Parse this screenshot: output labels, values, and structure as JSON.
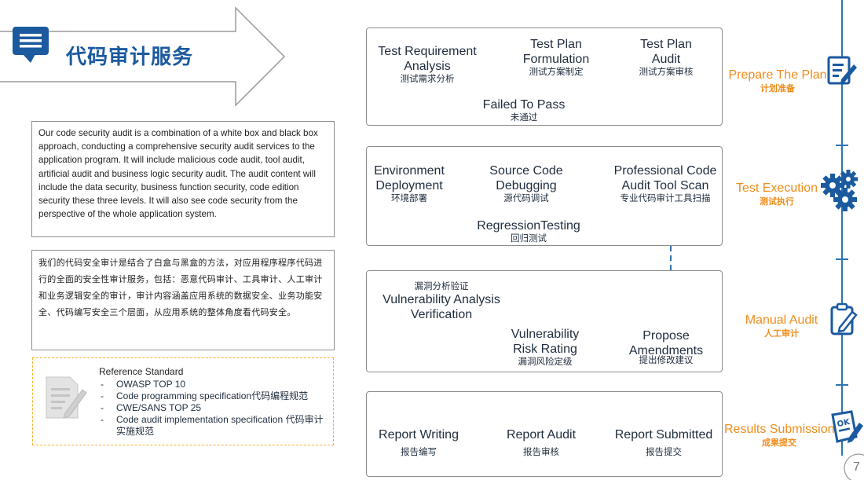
{
  "header": {
    "title": "代码审计服务"
  },
  "intro": {
    "english": "Our code security audit is a combination of a white box and black box approach, conducting a comprehensive security audit services to the application program. It will include malicious code audit, tool audit, artificial audit and business logic security audit. The audit content will include the data security, business function security, code edition security these three levels. It will also see code security from the perspective of the whole application system.",
    "chinese": "我们的代码安全审计是结合了白盒与黑盒的方法，对应用程序程序代码进行的全面的安全性审计服务，包括：恶意代码审计、工具审计、人工审计和业务逻辑安全的审计，审计内容涵盖应用系统的数据安全、业务功能安全、代码编写安全三个层面，从应用系统的整体角度看代码安全。"
  },
  "reference": {
    "title": "Reference Standard",
    "items": [
      "OWASP TOP 10",
      "Code programming specification代码编程规范",
      "CWE/SANS TOP 25",
      "Code audit implementation specification 代码审计实施规范"
    ]
  },
  "panel1": {
    "req": {
      "en": "Test Requirement Analysis",
      "cn": "测试需求分析"
    },
    "form": {
      "en": "Test Plan Formulation",
      "cn": "测试方案制定"
    },
    "audit": {
      "en": "Test Plan Audit",
      "cn": "测试方案审核"
    },
    "fail": {
      "en": "Failed To Pass",
      "cn": "未通过"
    }
  },
  "panel2": {
    "env": {
      "en": "Environment Deployment",
      "cn": "环境部署"
    },
    "debug": {
      "en": "Source Code Debugging",
      "cn": "源代码调试"
    },
    "scan": {
      "en": "Professional Code Audit Tool Scan",
      "cn": "专业代码审计工具扫描"
    },
    "regress": {
      "en": "RegressionTesting",
      "cn": "回归测试"
    }
  },
  "panel3": {
    "verify": {
      "cn": "漏洞分析验证",
      "en": "Vulnerability Analysis Verification"
    },
    "rating": {
      "en": "Vulnerability Risk Rating",
      "cn": "漏洞风险定级"
    },
    "amend": {
      "en": "Propose Amendments",
      "cn": "提出修改建议"
    }
  },
  "panel4": {
    "writing": {
      "en": "Report Writing",
      "cn": "报告编写"
    },
    "audit": {
      "en": "Report Audit",
      "cn": "报告审核"
    },
    "submitted": {
      "en": "Report Submitted",
      "cn": "报告提交"
    }
  },
  "stages": [
    {
      "en": "Prepare The Plan",
      "cn": "计划准备",
      "icon": "edit-document-icon"
    },
    {
      "en": "Test Execution",
      "cn": "测试执行",
      "icon": "gears-icon"
    },
    {
      "en": "Manual Audit",
      "cn": "人工审计",
      "icon": "clipboard-pen-icon"
    },
    {
      "en": "Results Submission",
      "cn": "成果提交",
      "icon": "ok-document-icon"
    }
  ],
  "page_number": "7",
  "colors": {
    "accent_blue": "#1b5a9e",
    "arrow_blue": "#2f74b5",
    "orange": "#f08c1a",
    "ref_border": "#f2b331"
  }
}
